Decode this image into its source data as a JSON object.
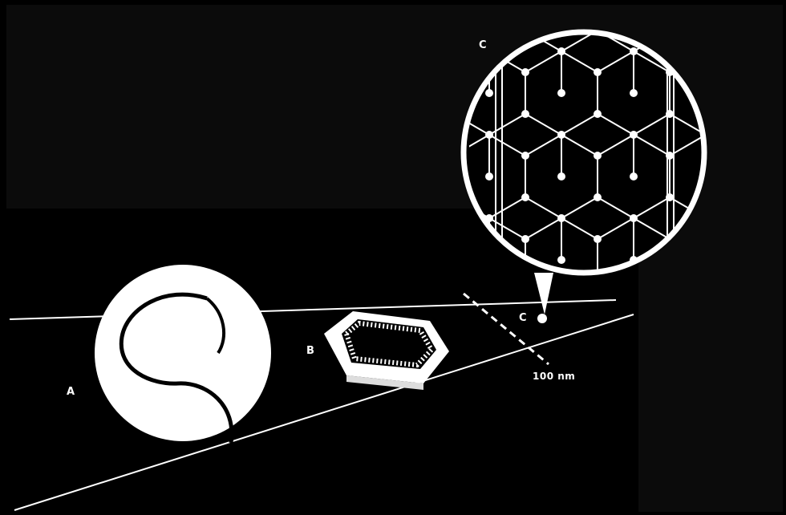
{
  "labels": {
    "a": "A",
    "b": "B",
    "c_inset": "C",
    "c_point": "C"
  },
  "scale": {
    "label": "100 nm"
  },
  "colors": {
    "background": "#000000",
    "panel": "#0b0b0b",
    "drawing": "#ffffff"
  },
  "icons": {
    "a": "tennis-ball-icon",
    "b": "microchip-transistor-icon",
    "c": "carbon-nanotube-icon"
  }
}
